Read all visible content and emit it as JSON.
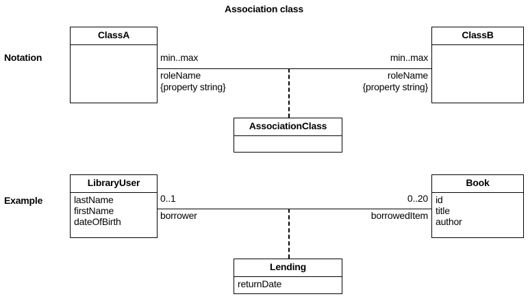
{
  "title": "Association class",
  "sections": {
    "notation": {
      "label": "Notation",
      "left_class": {
        "name": "ClassA",
        "attributes": []
      },
      "right_class": {
        "name": "ClassB",
        "attributes": []
      },
      "association_class": {
        "name": "AssociationClass",
        "attributes": []
      },
      "left_end": {
        "multiplicity": "min..max",
        "role": "roleName",
        "property_string": "{property string}"
      },
      "right_end": {
        "multiplicity": "min..max",
        "role": "roleName",
        "property_string": "{property string}"
      }
    },
    "example": {
      "label": "Example",
      "left_class": {
        "name": "LibraryUser",
        "attributes": [
          "lastName",
          "firstName",
          "dateOfBirth"
        ]
      },
      "right_class": {
        "name": "Book",
        "attributes": [
          "id",
          "title",
          "author"
        ]
      },
      "association_class": {
        "name": "Lending",
        "attributes": [
          "returnDate"
        ]
      },
      "left_end": {
        "multiplicity": "0..1",
        "role": "borrower",
        "property_string": ""
      },
      "right_end": {
        "multiplicity": "0..20",
        "role": "borrowedItem",
        "property_string": ""
      }
    }
  },
  "colors": {
    "line": "#000000",
    "background": "#ffffff",
    "text": "#000000"
  }
}
